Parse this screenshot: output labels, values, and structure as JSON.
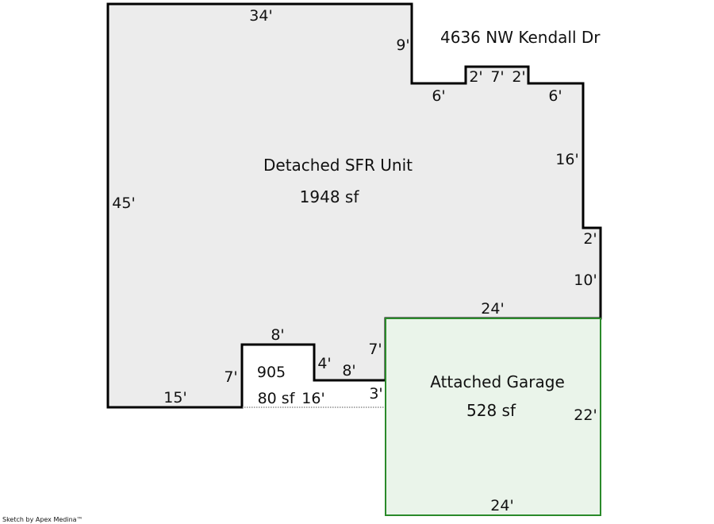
{
  "address": "4636 NW Kendall Dr",
  "credit": "Sketch by Apex Medina™",
  "colors": {
    "house_fill": "#ececec",
    "house_stroke": "#000000",
    "garage_fill": "#eaf4ea",
    "garage_stroke": "#2a8a2a"
  },
  "house": {
    "name": "Detached SFR Unit",
    "area": "1948 sf",
    "dims": {
      "top": "34'",
      "left": "45'",
      "right_step_down": "9'",
      "step_left_bottom": "6'",
      "bump_left": "2'",
      "bump_top": "7'",
      "bump_right": "2'",
      "step_right_bottom": "6'",
      "right_upper": "16'",
      "right_jog": "2'",
      "right_lower": "10'",
      "garage_top": "24'",
      "bottom_left": "15'",
      "notch_left": "7'",
      "notch_top": "8'",
      "notch_right": "4'",
      "notch_bottom": "8'",
      "inner_right": "7'",
      "inner_bottom": "3'"
    }
  },
  "porch": {
    "name": "905",
    "area": "80 sf",
    "bottom": "16'"
  },
  "garage": {
    "name": "Attached Garage",
    "area": "528 sf",
    "right": "22'",
    "bottom": "24'"
  }
}
